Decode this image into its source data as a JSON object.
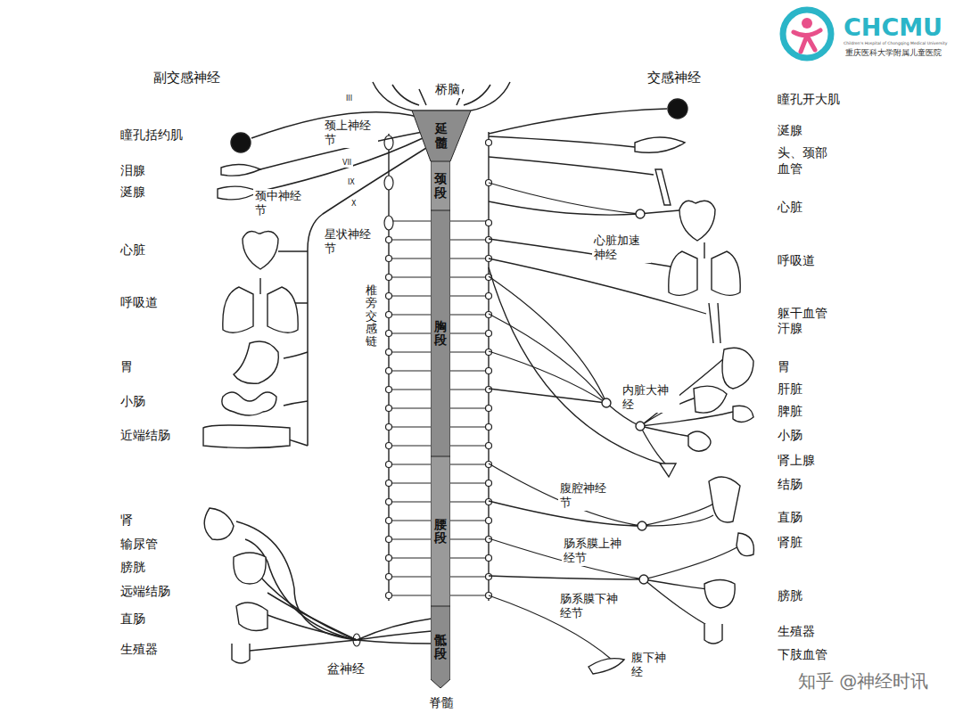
{
  "diagram": {
    "nodes": [
      {
        "text": [
          "延髓"
        ]
      },
      {
        "text": [
          "颈段"
        ]
      },
      {
        "text": [
          "胸段"
        ]
      },
      {
        "text": [
          "腰段"
        ]
      },
      {
        "text": [
          "骶段"
        ]
      }
    ],
    "labels": [
      "副交感神经",
      "瞳孔括约肌",
      "泪腺",
      "涎腺",
      "心脏",
      "呼吸道",
      "胃",
      "小肠",
      "近端结肠",
      "肾",
      "输尿管",
      "膀胱",
      "远端结肠",
      "直肠",
      "生殖器",
      "盆神经",
      "桥脑",
      "III",
      "VII",
      "IX",
      "X",
      "颈上神经节",
      "颈中神经节",
      "星状神经节",
      "椎旁交感链",
      "交感神经",
      "瞳孔开大肌",
      "涎腺",
      "头、颈部血管",
      "心脏",
      "呼吸道",
      "躯干血管",
      "汗腺",
      "胃",
      "肝脏",
      "脾脏",
      "小肠",
      "肾上腺",
      "结肠",
      "直肠",
      "肾脏",
      "膀胱",
      "生殖器",
      "下肢血管",
      "心脏加速神经",
      "内脏大神经",
      "腹腔神经节",
      "肠系膜上神经节",
      "肠系膜下神经节",
      "腹下神经",
      "脊髓",
      "知乎 @神经时讯",
      "CHCMU",
      "Children's Hospital of Chongqing Medical University",
      "重庆医科大学附属儿童医院"
    ]
  }
}
